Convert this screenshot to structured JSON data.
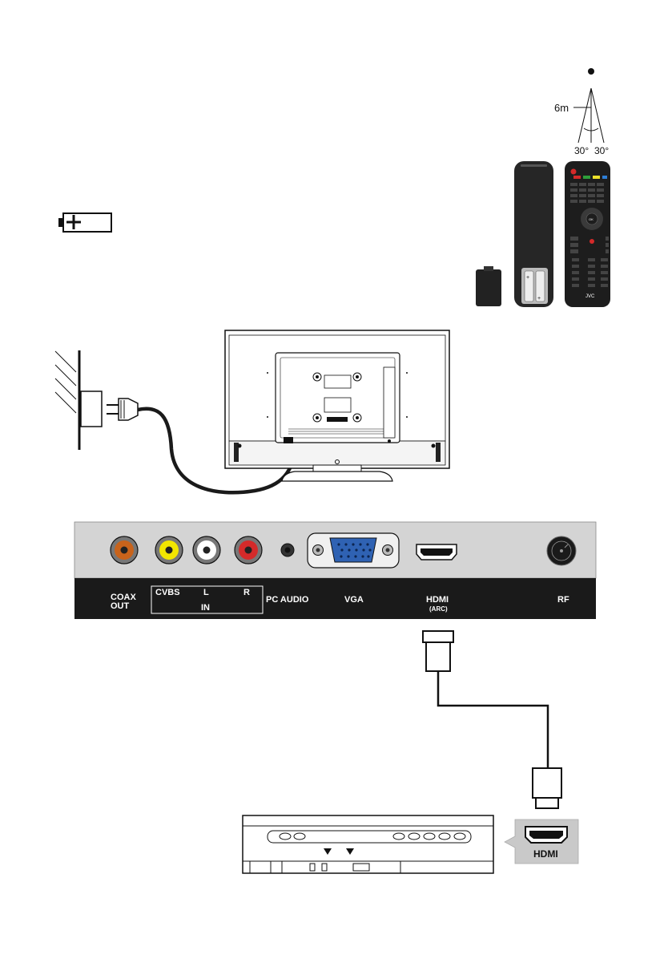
{
  "remote": {
    "distance": "6m",
    "angle_left": "30°",
    "angle_right": "30°",
    "ok_key": "OK",
    "brand": "JVC"
  },
  "panel": {
    "coax_line1": "COAX",
    "coax_line2": "OUT",
    "cvbs": "CVBS",
    "left": "L",
    "right": "R",
    "in": "IN",
    "pc_audio": "PC AUDIO",
    "vga": "VGA",
    "hdmi": "HDMI",
    "arc": "(ARC)",
    "rf": "RF"
  },
  "device": {
    "hdmi_label": "HDMI"
  },
  "colors": {
    "coax_jack": "#c8631b",
    "cvbs_jack": "#f2e600",
    "left_jack": "#ffffff",
    "right_jack": "#d42a2a",
    "vga_port": "#2f62b3",
    "panel_top": "#d4d4d4",
    "panel_bottom": "#1a1a1a"
  }
}
